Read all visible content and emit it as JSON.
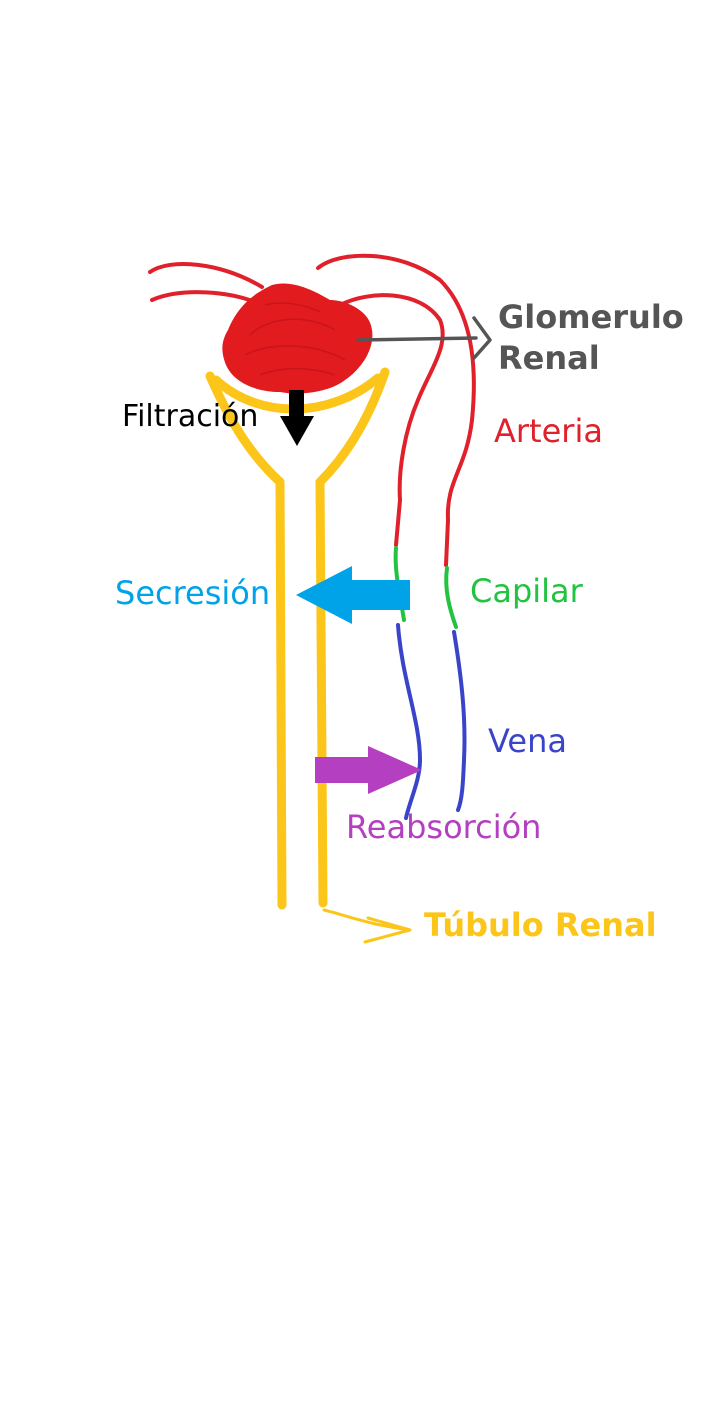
{
  "labels": {
    "glomerulo": {
      "line1": "Glomerulo",
      "line2": "Renal"
    },
    "arteria": "Arteria",
    "filtracion": "Filtración",
    "secrecion": "Secresión",
    "capilar": "Capilar",
    "vena": "Vena",
    "reabsorcion": "Reabsorción",
    "tubulo": "Túbulo Renal"
  },
  "colors": {
    "artery": "#e0202a",
    "glomerulus": "#e21b1f",
    "capillary": "#22c340",
    "vein": "#3a44c8",
    "tubule": "#fcc519",
    "secretion_arrow": "#00a2e8",
    "reabsorption_arrow": "#b43fc0",
    "filtration_arrow": "#000000",
    "pointer": "#555555"
  }
}
